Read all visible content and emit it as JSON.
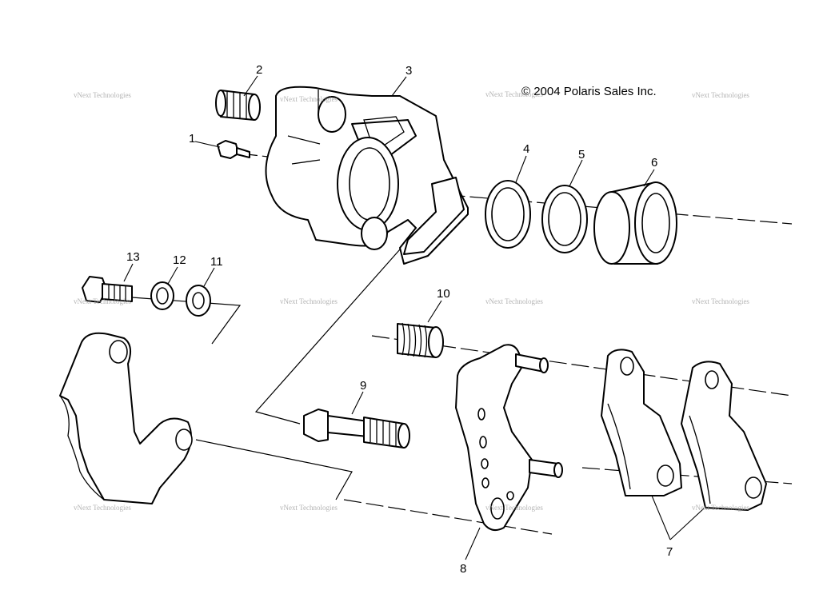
{
  "copyright": "© 2004 Polaris Sales Inc.",
  "watermark": "vNext Technologies",
  "callouts": [
    "1",
    "2",
    "3",
    "4",
    "5",
    "6",
    "7",
    "8",
    "9",
    "10",
    "11",
    "12",
    "13"
  ],
  "colors": {
    "ink": "#000000",
    "paper": "#ffffff",
    "watermark": "#9a9a9a"
  }
}
